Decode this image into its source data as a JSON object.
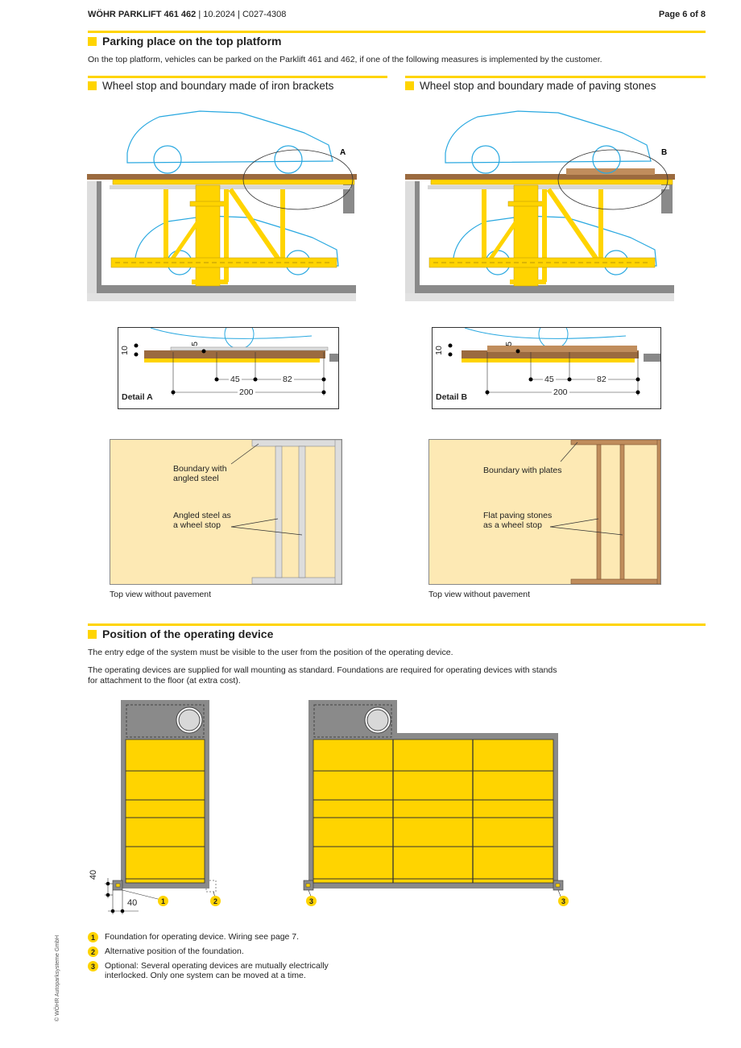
{
  "header": {
    "product": "WÖHR PARKLIFT 461  462",
    "meta": " | 10.2024 | C027-4308",
    "page": "Page 6 of 8"
  },
  "section1": {
    "title": "Parking place on the top platform",
    "intro": "On the top platform, vehicles can be parked on the Parklift 461 and 462, if one of the following measures is implemented by the customer.",
    "left": {
      "title": "Wheel stop and boundary made of iron brackets",
      "callout": "A",
      "detail": {
        "label": "Detail A",
        "dims": {
          "h1": "10",
          "h2": "5",
          "d1": "45",
          "d2": "82",
          "d3": "200"
        }
      },
      "topview": {
        "label_boundary": [
          "Boundary with",
          "angled steel"
        ],
        "label_stop": [
          "Angled steel as",
          "a wheel stop"
        ],
        "caption": "Top view without pavement"
      }
    },
    "right": {
      "title": "Wheel stop and boundary made of paving stones",
      "callout": "B",
      "detail": {
        "label": "Detail B",
        "dims": {
          "h1": "10",
          "h2": "5",
          "d1": "45",
          "d2": "82",
          "d3": "200"
        }
      },
      "topview": {
        "label_boundary": [
          "Boundary with plates"
        ],
        "label_stop": [
          "Flat paving stones",
          "as a wheel stop"
        ],
        "caption": "Top view without pavement"
      }
    }
  },
  "section2": {
    "title": "Position of the operating device",
    "p1": "The entry edge of the system must be visible to the user from the position of the operating device.",
    "p2a": "The operating devices are supplied for wall mounting as standard. Foundations are required for operating devices with stands",
    "p2b": "for attachment to the floor (at extra cost).",
    "dims": {
      "v": "40",
      "h": "40"
    },
    "markers": [
      "1",
      "2",
      "3",
      "3"
    ],
    "legend": [
      {
        "n": "1",
        "text": "Foundation for operating device. Wiring see page 7."
      },
      {
        "n": "2",
        "text": "Alternative position of the foundation."
      },
      {
        "n": "3",
        "text": "Optional: Several operating devices are mutually electrically",
        "text2": "interlocked. Only one system can be moved at a time."
      }
    ]
  },
  "footer": {
    "copyright": "© WÖHR Autoparksysteme GmbH"
  },
  "colors": {
    "accent": "#ffd400",
    "car": "#29a8e0",
    "wall": "#8a8a8a",
    "beige": "#fde9b4",
    "brick": "#9b6a3f"
  }
}
